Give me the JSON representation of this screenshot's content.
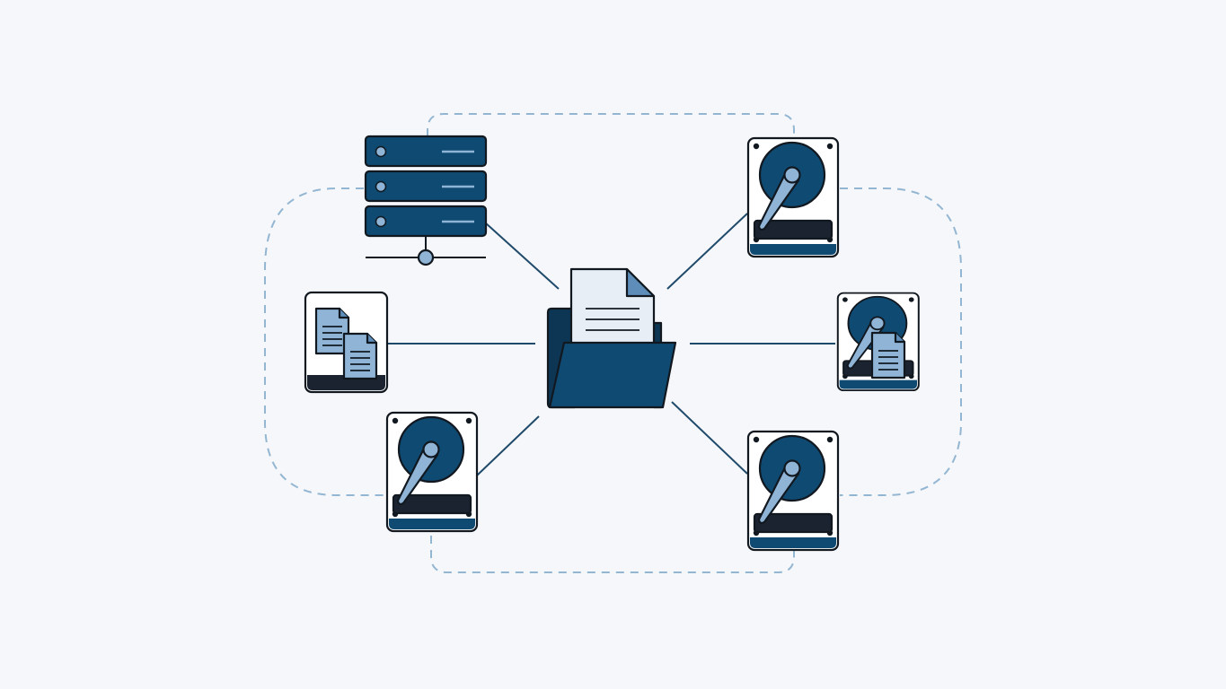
{
  "colors": {
    "background": "#f6f7fa",
    "navy": "#0f4a72",
    "dark_navy": "#0c3654",
    "light_blue": "#8fb4d6",
    "pale_paper": "#e8eef6",
    "outline": "#111820",
    "dashed_loop": "#93b6d2",
    "link_line": "#1f4a6a"
  },
  "diagram": {
    "hub": {
      "icon": "folder-with-document-icon"
    },
    "nodes": [
      {
        "id": "server",
        "icon": "server-rack-icon"
      },
      {
        "id": "files-left",
        "icon": "document-copies-icon"
      },
      {
        "id": "disk-bottom-left",
        "icon": "hard-drive-icon"
      },
      {
        "id": "disk-top-right",
        "icon": "hard-drive-icon"
      },
      {
        "id": "disk-mid-right",
        "icon": "hard-drive-with-document-icon"
      },
      {
        "id": "disk-bottom-right",
        "icon": "hard-drive-icon"
      }
    ],
    "loops": [
      "left-dashed-loop",
      "right-dashed-loop"
    ]
  }
}
